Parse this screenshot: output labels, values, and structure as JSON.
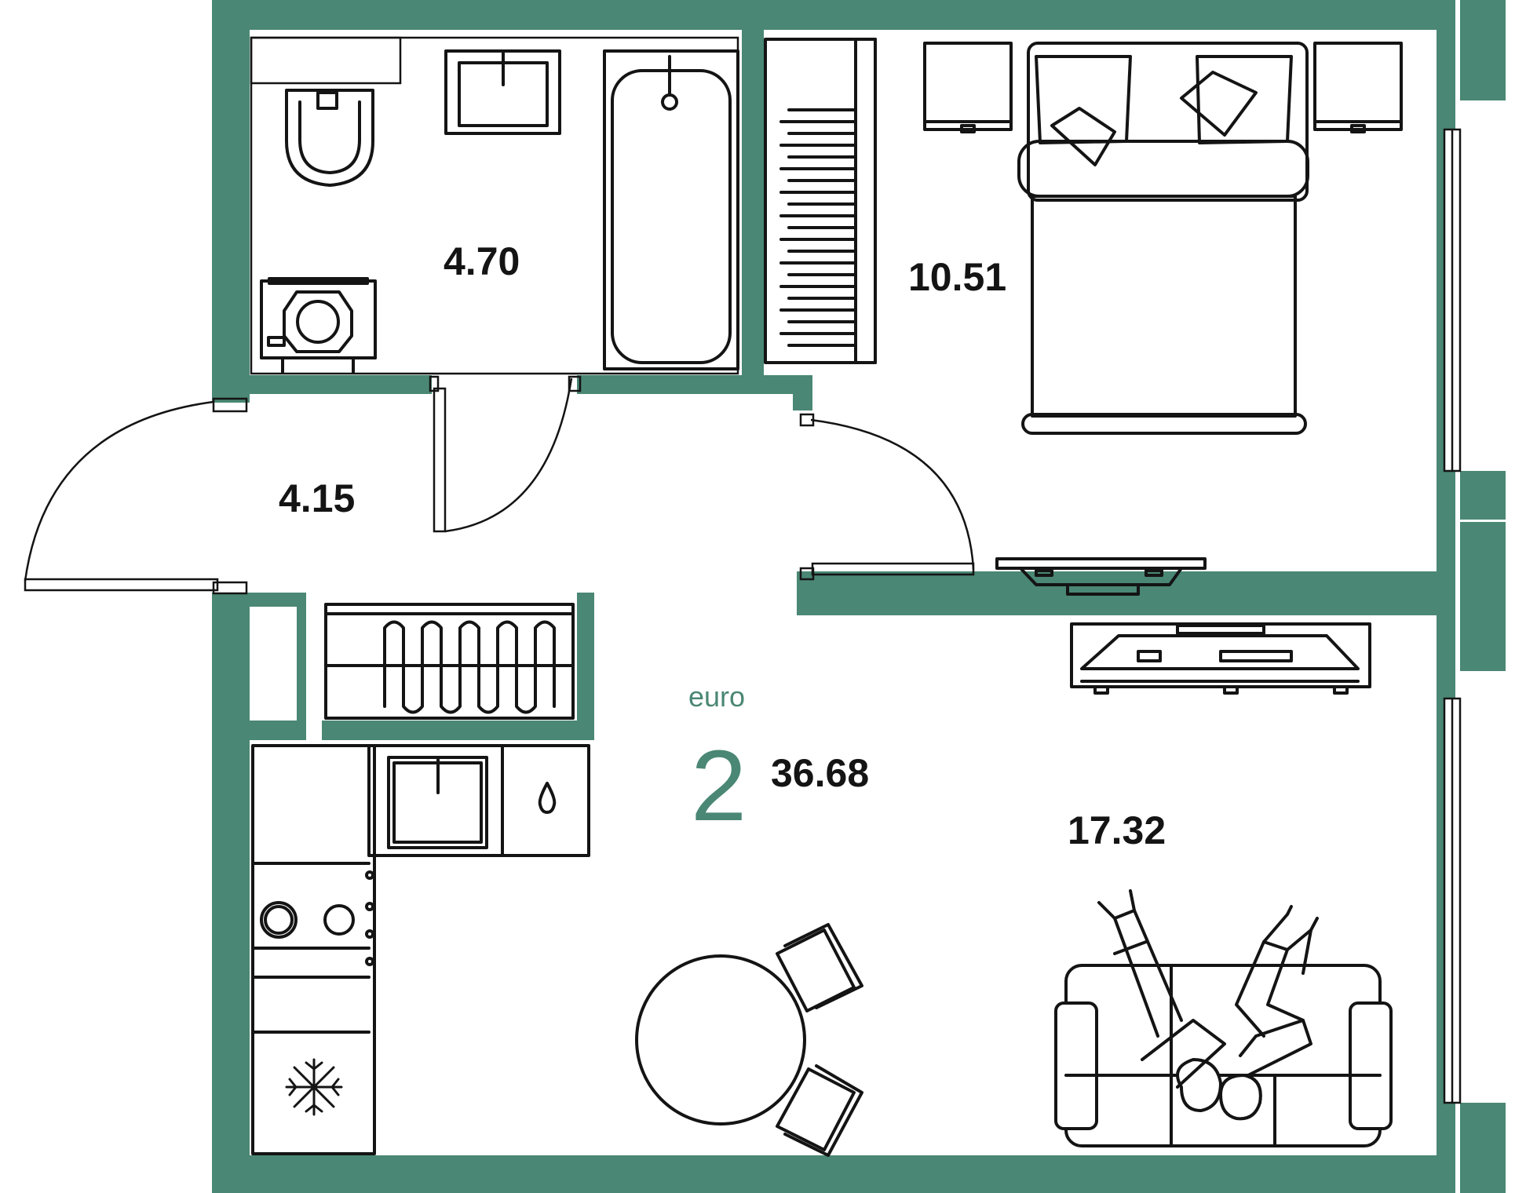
{
  "colors": {
    "wall": "#4a8774",
    "line": "#141414",
    "background": "#ffffff"
  },
  "apartment": {
    "type_word": "euro",
    "rooms": "2",
    "total_area": "36.68"
  },
  "rooms": {
    "bathroom": "4.70",
    "bedroom": "10.51",
    "hallway": "4.15",
    "living": "17.32"
  },
  "icons": [
    "toilet-icon",
    "sink-icon",
    "bathtub-icon",
    "washing-machine-icon",
    "radiator-icon",
    "bed-icon",
    "nightstand-icon",
    "tv-icon",
    "wardrobe-icon",
    "kitchen-sink-icon",
    "stove-icon",
    "fridge-snowflake-icon",
    "water-drop-icon",
    "dining-table-icon",
    "chair-icon",
    "sofa-icon",
    "people-icon",
    "door-icon",
    "window-icon"
  ]
}
